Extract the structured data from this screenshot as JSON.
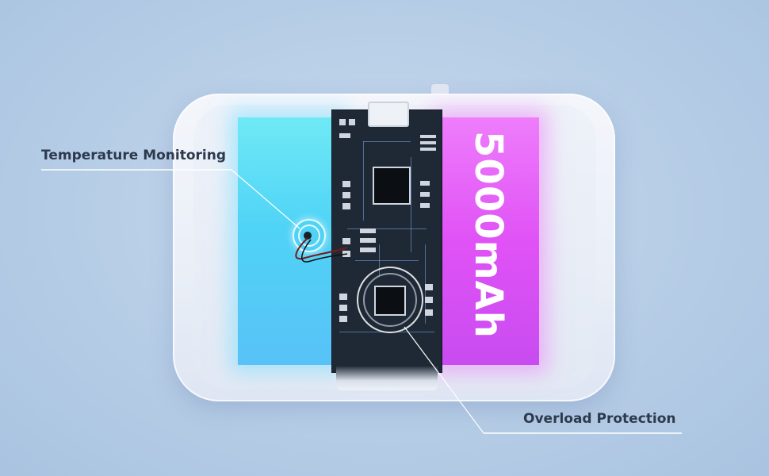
{
  "features": {
    "temperature_label": "Temperature Monitoring",
    "overload_label": "Overload Protection"
  },
  "battery": {
    "capacity_text": "5000mAh"
  },
  "colors": {
    "background": "#b6cde6",
    "cell_left": "#4fd3f6",
    "cell_right": "#e052f6",
    "pcb": "#1f2935",
    "label_text": "#2d3a4d"
  }
}
